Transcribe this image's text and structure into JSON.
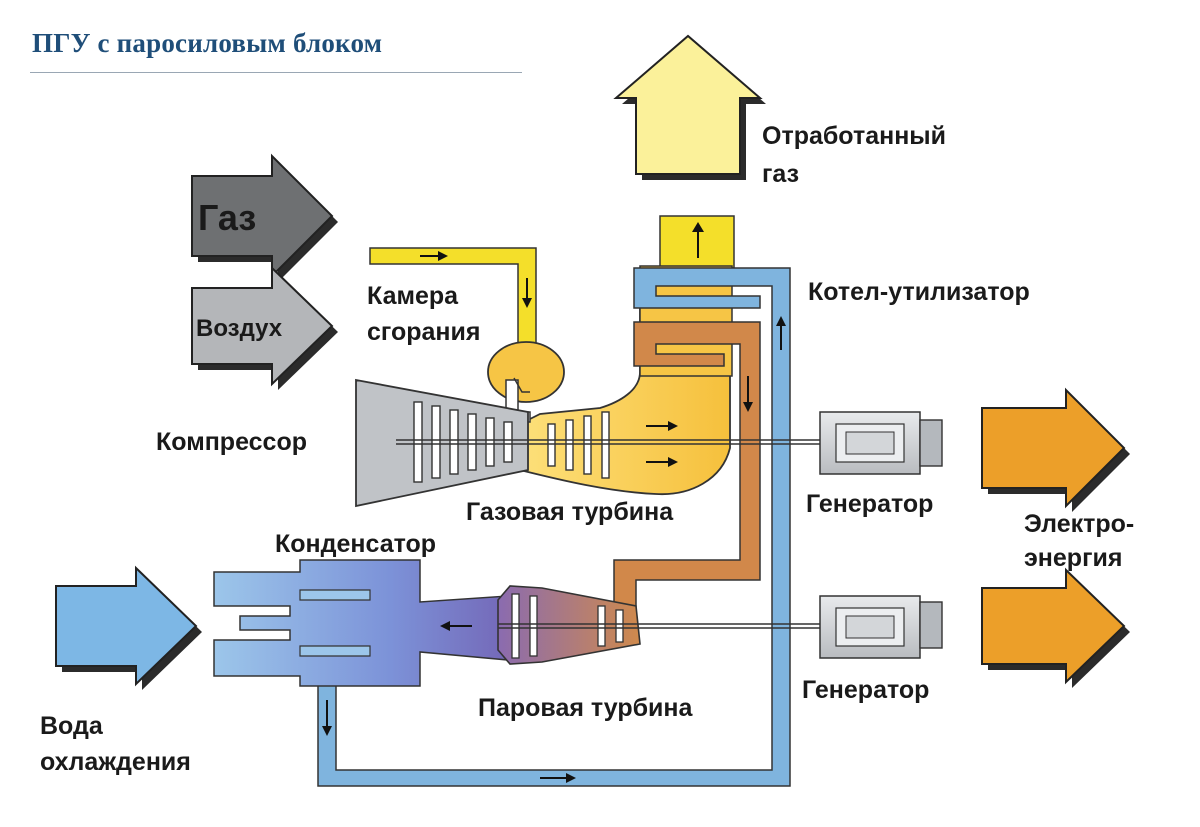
{
  "title": "ПГУ с паросиловым блоком",
  "labels": {
    "gas_input": "Газ",
    "air_input": "Воздух",
    "exhaust_line1": "Отработанный",
    "exhaust_line2": "газ",
    "combustion_line1": "Камера",
    "combustion_line2": "сгорания",
    "hrsg": "Котел-утилизатор",
    "compressor": "Компрессор",
    "gas_turbine": "Газовая турбина",
    "generator_top": "Генератор",
    "generator_bottom": "Генератор",
    "electricity_line1": "Электро-",
    "electricity_line2": "энергия",
    "condenser": "Конденсатор",
    "steam_turbine": "Паровая турбина",
    "cooling_water_line1": "Вода",
    "cooling_water_line2": "охлаждения"
  },
  "colors": {
    "title": "#1f4e79",
    "gas_arrow": "#6e7072",
    "air_arrow": "#b4b6b9",
    "exhaust_arrow": "#fbf19a",
    "fuel_line": "#f4df2a",
    "gas_turbine_body": "#f6c545",
    "steam_line": "#d1884a",
    "water_line": "#7fb4de",
    "compressor_body": "#c0c3c7",
    "electricity_arrow": "#ec9f29",
    "cooling_water_arrow": "#7db7e5"
  }
}
